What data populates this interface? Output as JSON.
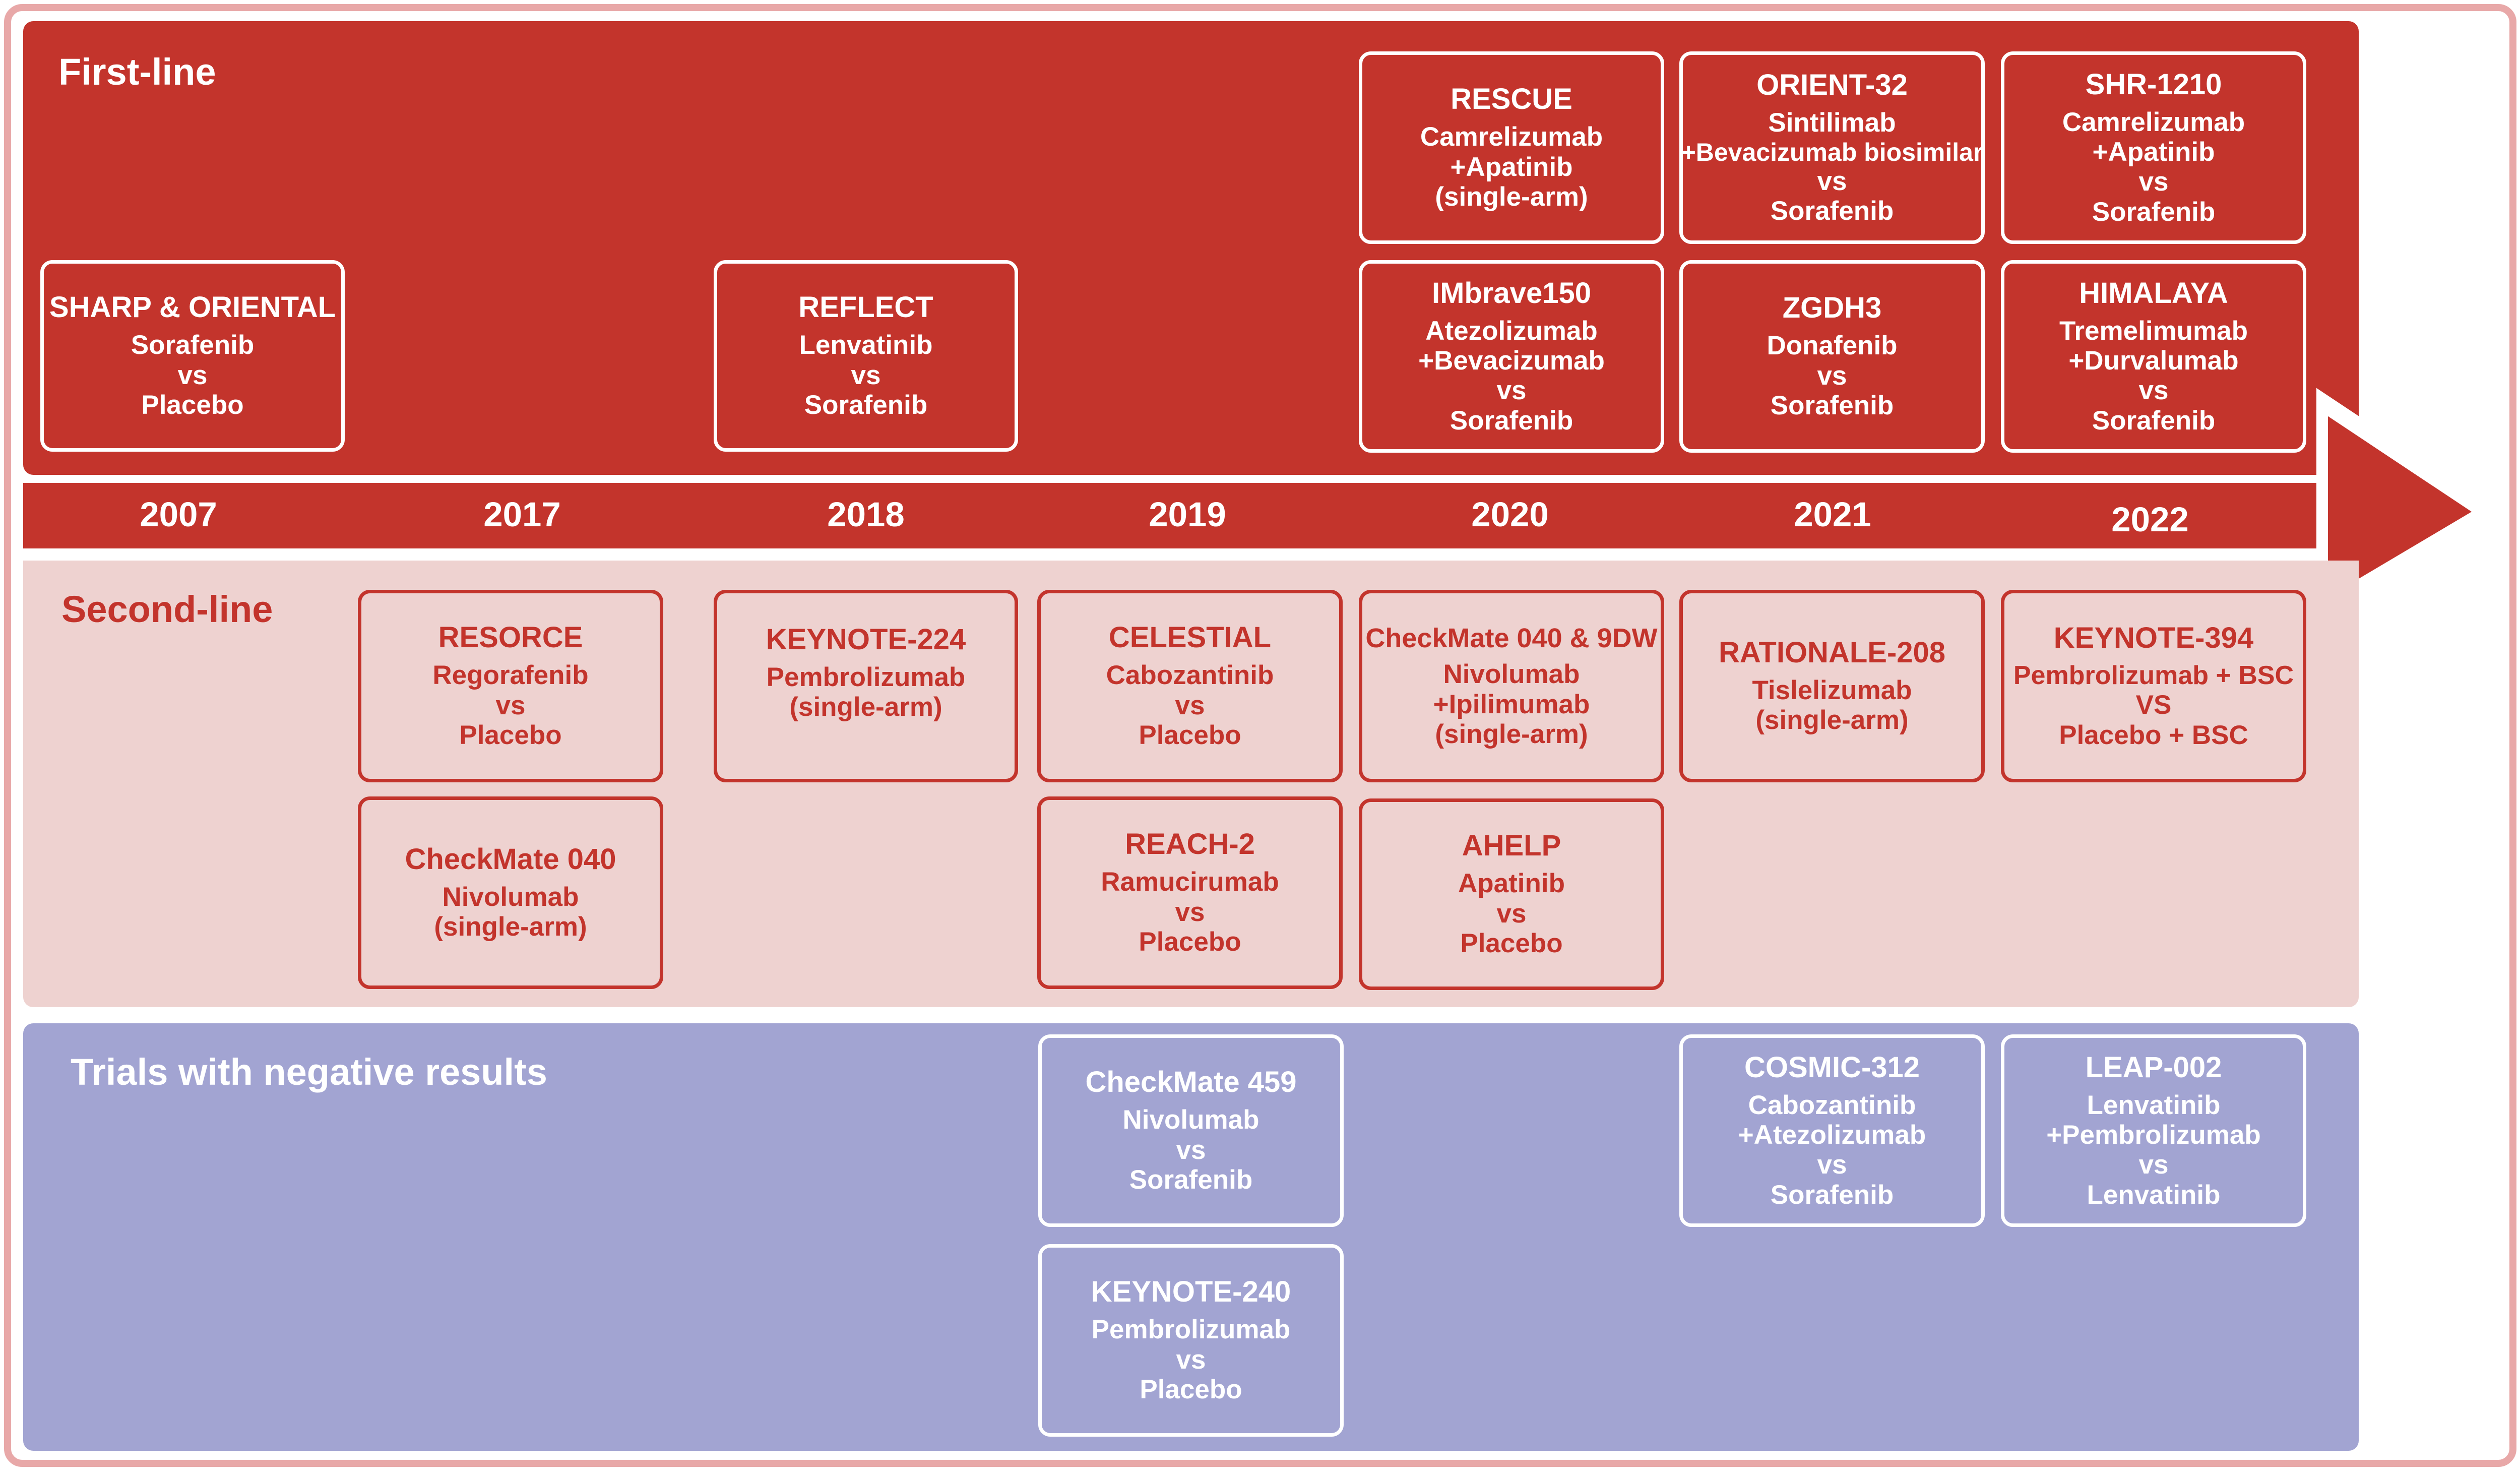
{
  "colors": {
    "first_line": "#c3342c",
    "second_line": "#eed2d0",
    "negative": "#a2a4d2",
    "frame": "#e8a8a8"
  },
  "first_line": {
    "title": "First-line",
    "trials": [
      {
        "name": "SHARP & ORIENTAL",
        "lines": [
          "Sorafenib",
          "vs",
          "Placebo"
        ]
      },
      {
        "name": "REFLECT",
        "lines": [
          "Lenvatinib",
          "vs",
          "Sorafenib"
        ]
      },
      {
        "name": "RESCUE",
        "lines": [
          "Camrelizumab",
          "+Apatinib",
          "(single-arm)"
        ]
      },
      {
        "name": "IMbrave150",
        "lines": [
          "Atezolizumab",
          "+Bevacizumab",
          "vs",
          "Sorafenib"
        ]
      },
      {
        "name": "ORIENT-32",
        "lines": [
          "Sintilimab",
          "+Bevacizumab biosimilar",
          "vs",
          "Sorafenib"
        ]
      },
      {
        "name": "ZGDH3",
        "lines": [
          "Donafenib",
          "vs",
          "Sorafenib"
        ]
      },
      {
        "name": "SHR-1210",
        "lines": [
          "Camrelizumab",
          "+Apatinib",
          "vs",
          "Sorafenib"
        ]
      },
      {
        "name": "HIMALAYA",
        "lines": [
          "Tremelimumab",
          "+Durvalumab",
          "vs",
          "Sorafenib"
        ]
      }
    ]
  },
  "timeline": {
    "years": [
      "2007",
      "2017",
      "2018",
      "2019",
      "2020",
      "2021",
      "2022"
    ]
  },
  "second_line": {
    "title": "Second-line",
    "trials": [
      {
        "name": "RESORCE",
        "lines": [
          "Regorafenib",
          "vs",
          "Placebo"
        ]
      },
      {
        "name": "CheckMate 040",
        "lines": [
          "Nivolumab",
          "(single-arm)"
        ]
      },
      {
        "name": "KEYNOTE-224",
        "lines": [
          "Pembrolizumab",
          "(single-arm)"
        ]
      },
      {
        "name": "CELESTIAL",
        "lines": [
          "Cabozantinib",
          "vs",
          "Placebo"
        ]
      },
      {
        "name": "REACH-2",
        "lines": [
          "Ramucirumab",
          "vs",
          "Placebo"
        ]
      },
      {
        "name": "CheckMate 040 & 9DW",
        "lines": [
          "Nivolumab",
          "+Ipilimumab",
          "(single-arm)"
        ]
      },
      {
        "name": "AHELP",
        "lines": [
          "Apatinib",
          "vs",
          "Placebo"
        ]
      },
      {
        "name": "RATIONALE-208",
        "lines": [
          "Tislelizumab",
          "(single-arm)"
        ]
      },
      {
        "name": "KEYNOTE-394",
        "lines": [
          "Pembrolizumab + BSC",
          "VS",
          "Placebo + BSC"
        ]
      }
    ]
  },
  "negative": {
    "title": "Trials with negative results",
    "trials": [
      {
        "name": "CheckMate 459",
        "lines": [
          "Nivolumab",
          "vs",
          "Sorafenib"
        ]
      },
      {
        "name": "KEYNOTE-240",
        "lines": [
          "Pembrolizumab",
          "vs",
          "Placebo"
        ]
      },
      {
        "name": "COSMIC-312",
        "lines": [
          "Cabozantinib",
          "+Atezolizumab",
          "vs",
          "Sorafenib"
        ]
      },
      {
        "name": "LEAP-002",
        "lines": [
          "Lenvatinib",
          "+Pembrolizumab",
          "vs",
          "Lenvatinib"
        ]
      }
    ]
  }
}
